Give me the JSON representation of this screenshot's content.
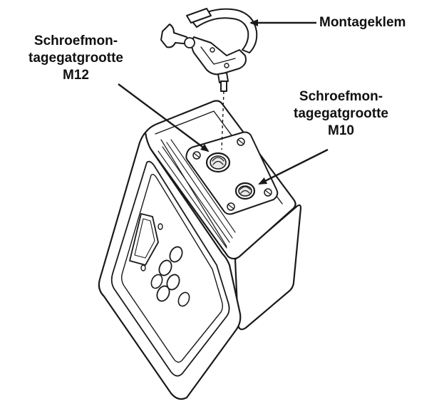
{
  "labels": {
    "clamp": "Montageklem",
    "m12": {
      "line1": "Schroefmon-",
      "line2": "tagegatgrootte",
      "line3": "M12"
    },
    "m10": {
      "line1": "Schroefmon-",
      "line2": "tagegatgrootte",
      "line3": "M10"
    }
  },
  "colors": {
    "stroke": "#1a1a1a",
    "fill": "#ffffff",
    "shade": "#e8e8e8"
  }
}
